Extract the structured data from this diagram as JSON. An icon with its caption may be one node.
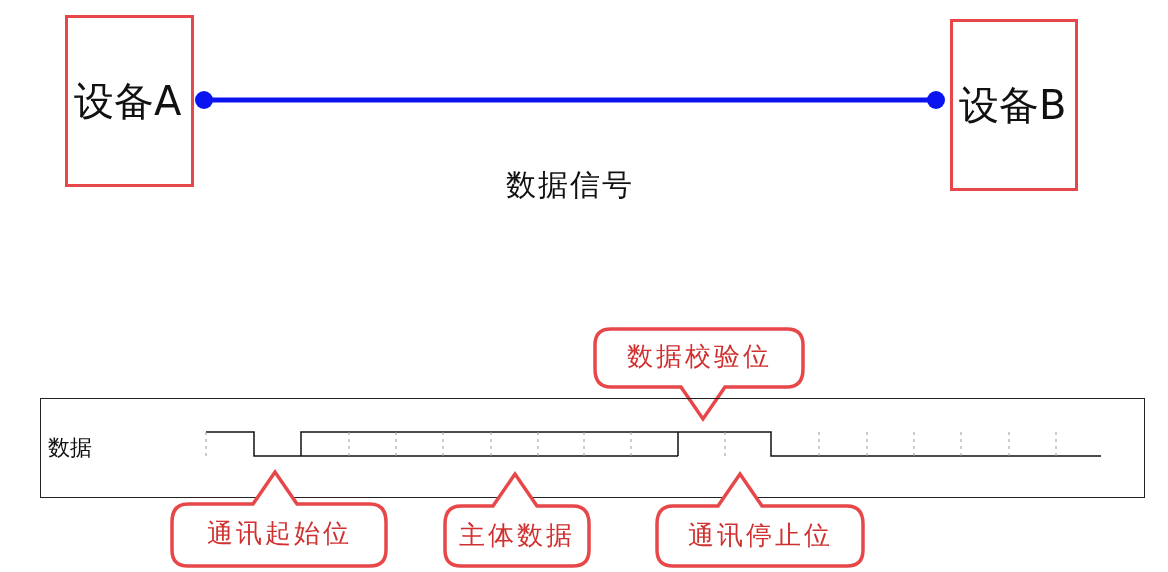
{
  "diagram": {
    "nodes": [
      {
        "text": [
          "设备A"
        ]
      },
      {
        "text": [
          "设备B"
        ]
      },
      {
        "text": [
          "数据校验位"
        ]
      },
      {
        "text": [
          "数据"
        ]
      },
      {
        "text": [
          "通讯起始位"
        ]
      },
      {
        "text": [
          "主体数据"
        ]
      },
      {
        "text": [
          "通讯停止位"
        ]
      }
    ],
    "edges": [
      {
        "from": 0,
        "to": 1,
        "arrow": "other",
        "label": "数据信号",
        "color": "#0a14f0"
      }
    ]
  }
}
